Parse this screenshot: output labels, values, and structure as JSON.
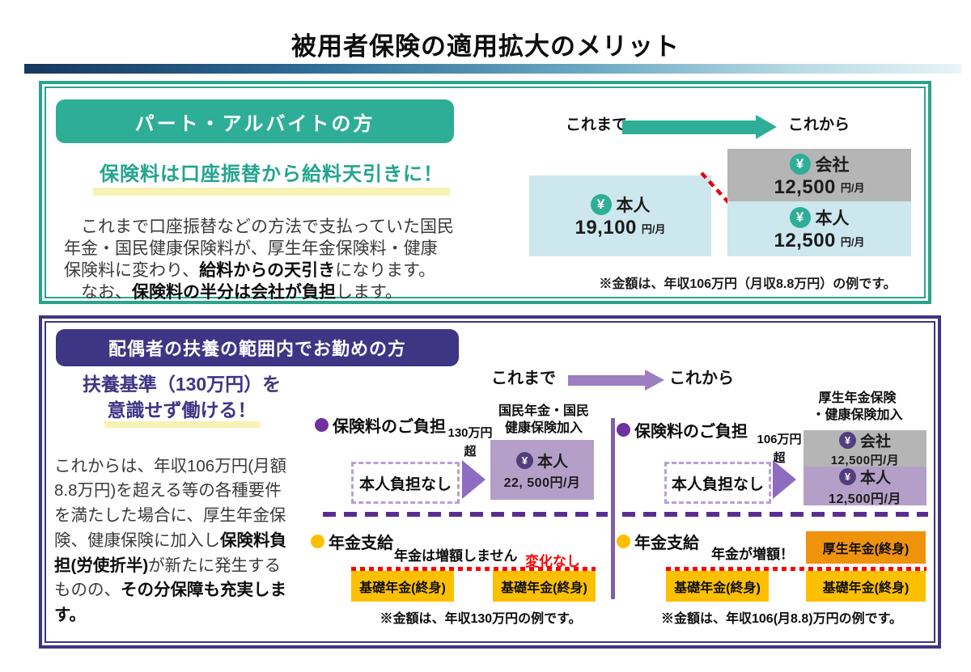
{
  "title": "被用者保険の適用拡大のメリット",
  "icons": {
    "yen": "¥"
  },
  "colors": {
    "teal": "#2fae97",
    "teal_border": "#2aa38d",
    "teal_text": "#23a48c",
    "purple_dark": "#3e3584",
    "purple_bullet": "#7030a0",
    "purple_arrow": "#9d7ec2",
    "purple_box": "#b49fc8",
    "purple_divider": "#5a2d91",
    "purple_vline": "#7e5fa8",
    "light_blue": "#cde7ee",
    "gray": "#b5b5b5",
    "gold": "#fdc000",
    "orange": "#f0930c",
    "red": "#ff0000",
    "yellow_highlight": "#f8f2b4"
  },
  "section1": {
    "header": "パート・アルバイトの方",
    "headline": "保険料は口座振替から給料天引きに！",
    "body": {
      "p1a": "　これまで口座振替などの方法で支払っていた国民年金・国民健康保険料が、厚生年金保険料・健康保険料に変わり、",
      "p1b": "給料からの天引き",
      "p1c": "になります。",
      "p2a": "　なお、",
      "p2b": "保険料の半分は会社が負担",
      "p2c": "します。"
    },
    "timeline": {
      "before": "これまで",
      "after": "これから"
    },
    "before_box": {
      "label": "本人",
      "amount": "19,100",
      "unit": "円/月"
    },
    "after_company_box": {
      "label": "会社",
      "amount": "12,500",
      "unit": "円/月"
    },
    "after_person_box": {
      "label": "本人",
      "amount": "12,500",
      "unit": "円/月"
    },
    "note": "※金額は、年収106万円（月収8.8万円）の例です。"
  },
  "section2": {
    "header": "配偶者の扶養の範囲内でお勤めの方",
    "headline_line1": "扶養基準（130万円）を",
    "headline_line2": "意識せず働ける！",
    "body": {
      "b1": "これからは、年収106万円(月額8.8万円)を超える等の各種要件を満たした場合に、厚生年金保険、健康保険に加入し",
      "b2": "保険料負担(労使折半)",
      "b3": "が新たに発生するものの、",
      "b4": "その分保障も充実します。"
    },
    "timeline": {
      "before": "これまで",
      "after": "これから"
    },
    "before": {
      "premium_title": "保険料のご負担",
      "threshold_line1": "130万円",
      "threshold_line2": "超",
      "enroll_line1": "国民年金・国民",
      "enroll_line2": "健康保険加入",
      "no_burden": "本人負担なし",
      "person_label": "本人",
      "person_amount": "22, 500円/月",
      "pension_title": "年金支給",
      "pension_msg": "年金は増額しません",
      "no_change": "変化なし",
      "basic1": "基礎年金(終身)",
      "basic2": "基礎年金(終身)",
      "note": "※金額は、年収130万円の例です。"
    },
    "after": {
      "premium_title": "保険料のご負担",
      "threshold_line1": "106万円",
      "threshold_line2": "超",
      "enroll_line1": "厚生年金保険",
      "enroll_line2": "・健康保険加入",
      "no_burden": "本人負担なし",
      "company_label": "会社",
      "company_amount": "12,500円/月",
      "person_label": "本人",
      "person_amount": "12,500円/月",
      "pension_title": "年金支給",
      "pension_msg": "年金が増額！",
      "kousei": "厚生年金(終身)",
      "basic1": "基礎年金(終身)",
      "basic2": "基礎年金(終身)",
      "note": "※金額は、年収106(月8.8)万円の例です。"
    }
  }
}
